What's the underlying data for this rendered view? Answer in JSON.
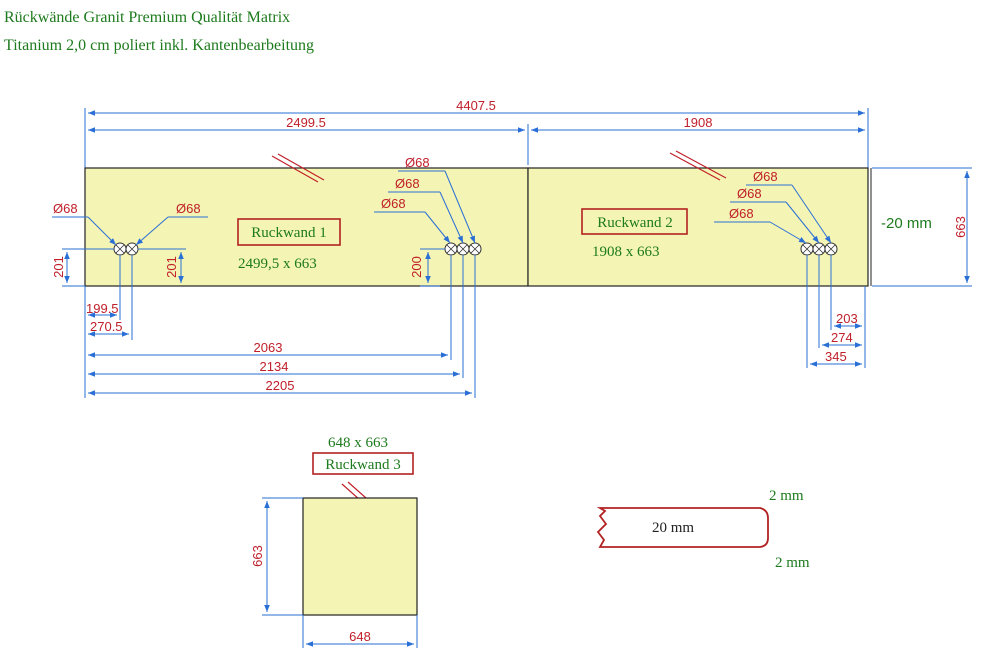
{
  "header": {
    "line1": "Rückwände Granit Premium Qualität Matrix",
    "line2": "Titanium 2,0 cm poliert inkl. Kantenbearbeitung"
  },
  "colors": {
    "panel_fill": "#f4f4b4",
    "dimension_text": "#c0202a",
    "dimension_line": "#2a6fd6",
    "label_text": "#1d7a1d"
  },
  "dimensions": {
    "overall_length": "4407.5",
    "panel1_length": "2499.5",
    "panel2_length": "1908",
    "height": "663",
    "panel1_left_hole_height": "201",
    "panel1_left_hole_height_right": "201",
    "panel1_right_holes_height": "200",
    "offset_199": "199.5",
    "offset_270": "270.5",
    "offset_2063": "2063",
    "offset_2134": "2134",
    "offset_2205": "2205",
    "offset_203": "203",
    "offset_274": "274",
    "offset_345": "345",
    "panel3_height": "663",
    "panel3_width": "648"
  },
  "holes": {
    "diameter_label": "Ø68"
  },
  "panels": [
    {
      "name": "Ruckwand 1",
      "size": "2499,5 x 663"
    },
    {
      "name": "Ruckwand 2",
      "size": "1908 x 663"
    },
    {
      "name": "Ruckwand 3",
      "size": "648 x 663"
    }
  ],
  "thickness_note": "-20 mm",
  "edge_profile": {
    "thickness": "20 mm",
    "top_chamfer": "2 mm",
    "bottom_chamfer": "2 mm"
  }
}
